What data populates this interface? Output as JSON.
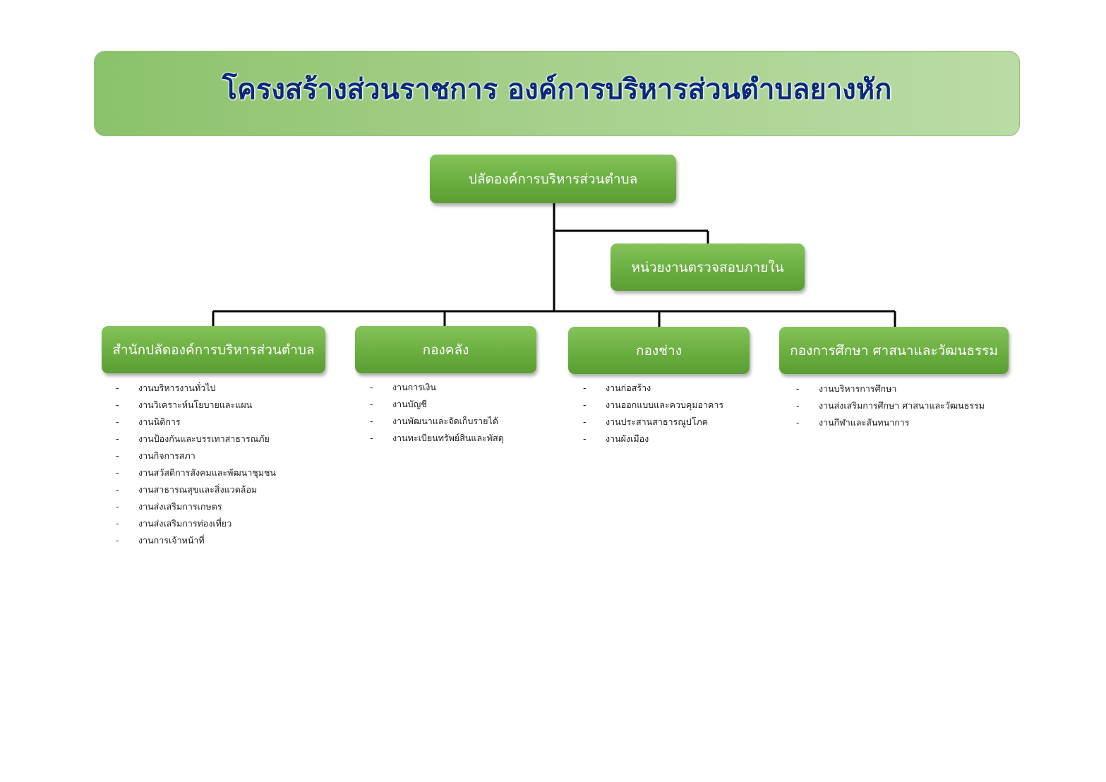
{
  "title": "โครงสร้างส่วนราชการ องค์การบริหารส่วนตำบลยางหัก",
  "root": "ปลัดองค์การบริหารส่วนตำบล",
  "audit": "หน่วยงานตรวจสอบภายใน",
  "divisions": [
    {
      "name": "สำนักปลัดองค์การบริหารส่วนตำบล",
      "tasks": [
        "งานบริหารงานทั่วไป",
        "งานวิเคราะห์นโยบายและแผน",
        "งานนิติการ",
        "งานป้องกันและบรรเทาสาธารณภัย",
        "งานกิจการสภา",
        "งานสวัสดิการสังคมและพัฒนาชุมชน",
        "งานสาธารณสุขและสิ่งแวดล้อม",
        "งานส่งเสริมการเกษตร",
        "งานส่งเสริมการท่องเที่ยว",
        "งานการเจ้าหน้าที่"
      ]
    },
    {
      "name": "กองคลัง",
      "tasks": [
        "งานการเงิน",
        "งานบัญชี",
        "งานพัฒนาและจัดเก็บรายได้",
        "งานทะเบียนทรัพย์สินและพัสดุ"
      ]
    },
    {
      "name": "กองช่าง",
      "tasks": [
        "งานก่อสร้าง",
        "งานออกแบบและควบคุมอาคาร",
        "งานประสานสาธารณูปโภค",
        "งานผังเมือง"
      ]
    },
    {
      "name": "กองการศึกษา ศาสนาและวัฒนธรรม",
      "tasks": [
        "งานบริหารการศึกษา",
        "งานส่งเสริมการศึกษา ศาสนาและวัฒนธรรม",
        "งานกีฬาและสันทนาการ"
      ]
    }
  ]
}
